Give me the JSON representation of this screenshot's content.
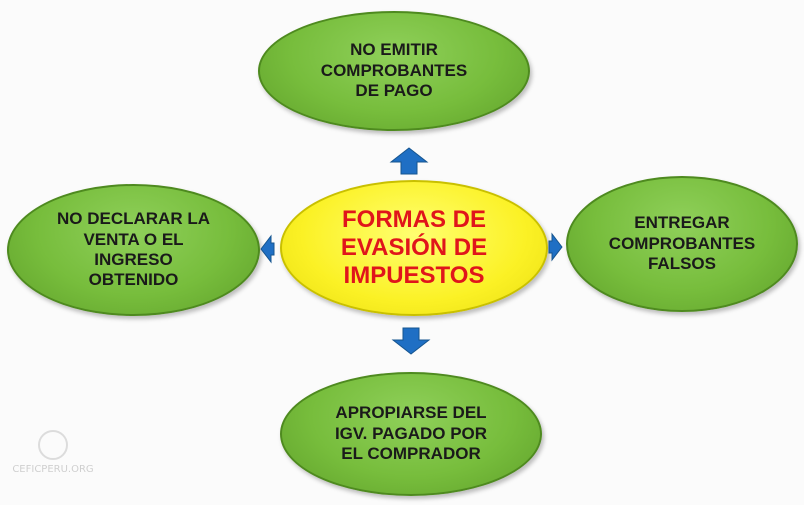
{
  "diagram": {
    "center": {
      "lines": [
        "FORMAS DE",
        "EVASIÓN DE",
        "IMPUESTOS"
      ]
    },
    "top": {
      "lines": [
        "NO EMITIR",
        "COMPROBANTES",
        "DE PAGO"
      ]
    },
    "left": {
      "lines": [
        "NO DECLARAR LA",
        "VENTA O EL",
        "INGRESO",
        "OBTENIDO"
      ]
    },
    "right": {
      "lines": [
        "ENTREGAR",
        "COMPROBANTES",
        "FALSOS"
      ]
    },
    "bottom": {
      "lines": [
        "APROPIARSE DEL",
        "IGV. PAGADO POR",
        "EL COMPRADOR"
      ]
    }
  },
  "watermark": {
    "text": "CEFICPERU.ORG"
  },
  "colors": {
    "outer_node": "#77bd3c",
    "center_node": "#fbf125",
    "center_text": "#e0151b",
    "arrow": "#1f6fc4"
  }
}
